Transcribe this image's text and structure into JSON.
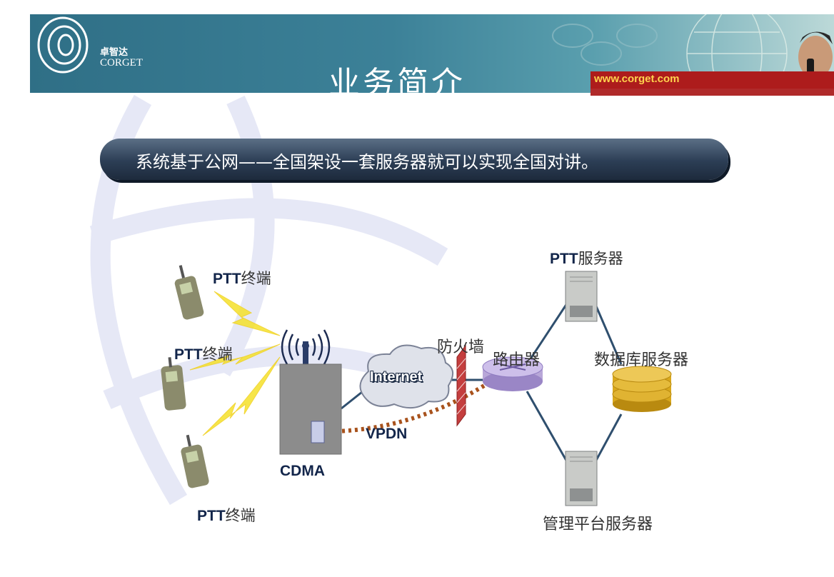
{
  "header": {
    "logo_cn": "卓智达",
    "logo_en": "CORGET",
    "title": "业务简介",
    "url": "www.corget.com"
  },
  "caption": "系统基于公网——全国架设一套服务器就可以实现全国对讲。",
  "diagram": {
    "terminal_prefix": "PTT",
    "terminal_suffix": "终端",
    "server_prefix": "PTT",
    "server_suffix": "服务器",
    "cdma": "CDMA",
    "internet": "Internet",
    "vpdn": "VPDN",
    "firewall": "防火墙",
    "router": "路由器",
    "database": "数据库服务器",
    "management": "管理平台服务器"
  },
  "colors": {
    "banner": "#3c8198",
    "url_bar": "#ad1c1c",
    "url_text": "#ffd24d",
    "caption_box": "#2c3e55",
    "lightning": "#f5e12a",
    "vpdn_line": "#a8521c",
    "database": "#d9a81c"
  }
}
